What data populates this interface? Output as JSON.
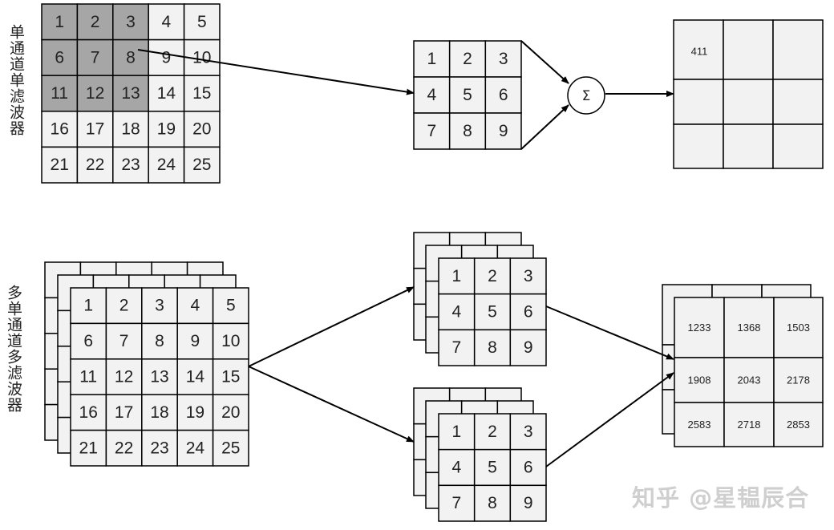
{
  "colors": {
    "cell_fill": "#f2f2f2",
    "highlight_fill": "#a6a6a6",
    "stroke": "#000000",
    "watermark": "#cfcfcf"
  },
  "single": {
    "label": "单通道单滤波器",
    "input": [
      [
        "1",
        "2",
        "3",
        "4",
        "5"
      ],
      [
        "6",
        "7",
        "8",
        "9",
        "10"
      ],
      [
        "11",
        "12",
        "13",
        "14",
        "15"
      ],
      [
        "16",
        "17",
        "18",
        "19",
        "20"
      ],
      [
        "21",
        "22",
        "23",
        "24",
        "25"
      ]
    ],
    "highlighted": [
      "1",
      "2",
      "3",
      "6",
      "7",
      "8",
      "11",
      "12",
      "13"
    ],
    "kernel": [
      [
        "1",
        "2",
        "3"
      ],
      [
        "4",
        "5",
        "6"
      ],
      [
        "7",
        "8",
        "9"
      ]
    ],
    "sum_symbol": "Σ",
    "output": [
      [
        "411",
        "",
        ""
      ],
      [
        "",
        "",
        ""
      ],
      [
        "",
        "",
        ""
      ]
    ]
  },
  "multi": {
    "label": "多单通道多滤波器",
    "input": [
      [
        "1",
        "2",
        "3",
        "4",
        "5"
      ],
      [
        "6",
        "7",
        "8",
        "9",
        "10"
      ],
      [
        "11",
        "12",
        "13",
        "14",
        "15"
      ],
      [
        "16",
        "17",
        "18",
        "19",
        "20"
      ],
      [
        "21",
        "22",
        "23",
        "24",
        "25"
      ]
    ],
    "kernel": [
      [
        "1",
        "2",
        "3"
      ],
      [
        "4",
        "5",
        "6"
      ],
      [
        "7",
        "8",
        "9"
      ]
    ],
    "output": [
      [
        "1233",
        "1368",
        "1503"
      ],
      [
        "1908",
        "2043",
        "2178"
      ],
      [
        "2583",
        "2718",
        "2853"
      ]
    ]
  },
  "watermark": "知乎 @星韫辰合"
}
